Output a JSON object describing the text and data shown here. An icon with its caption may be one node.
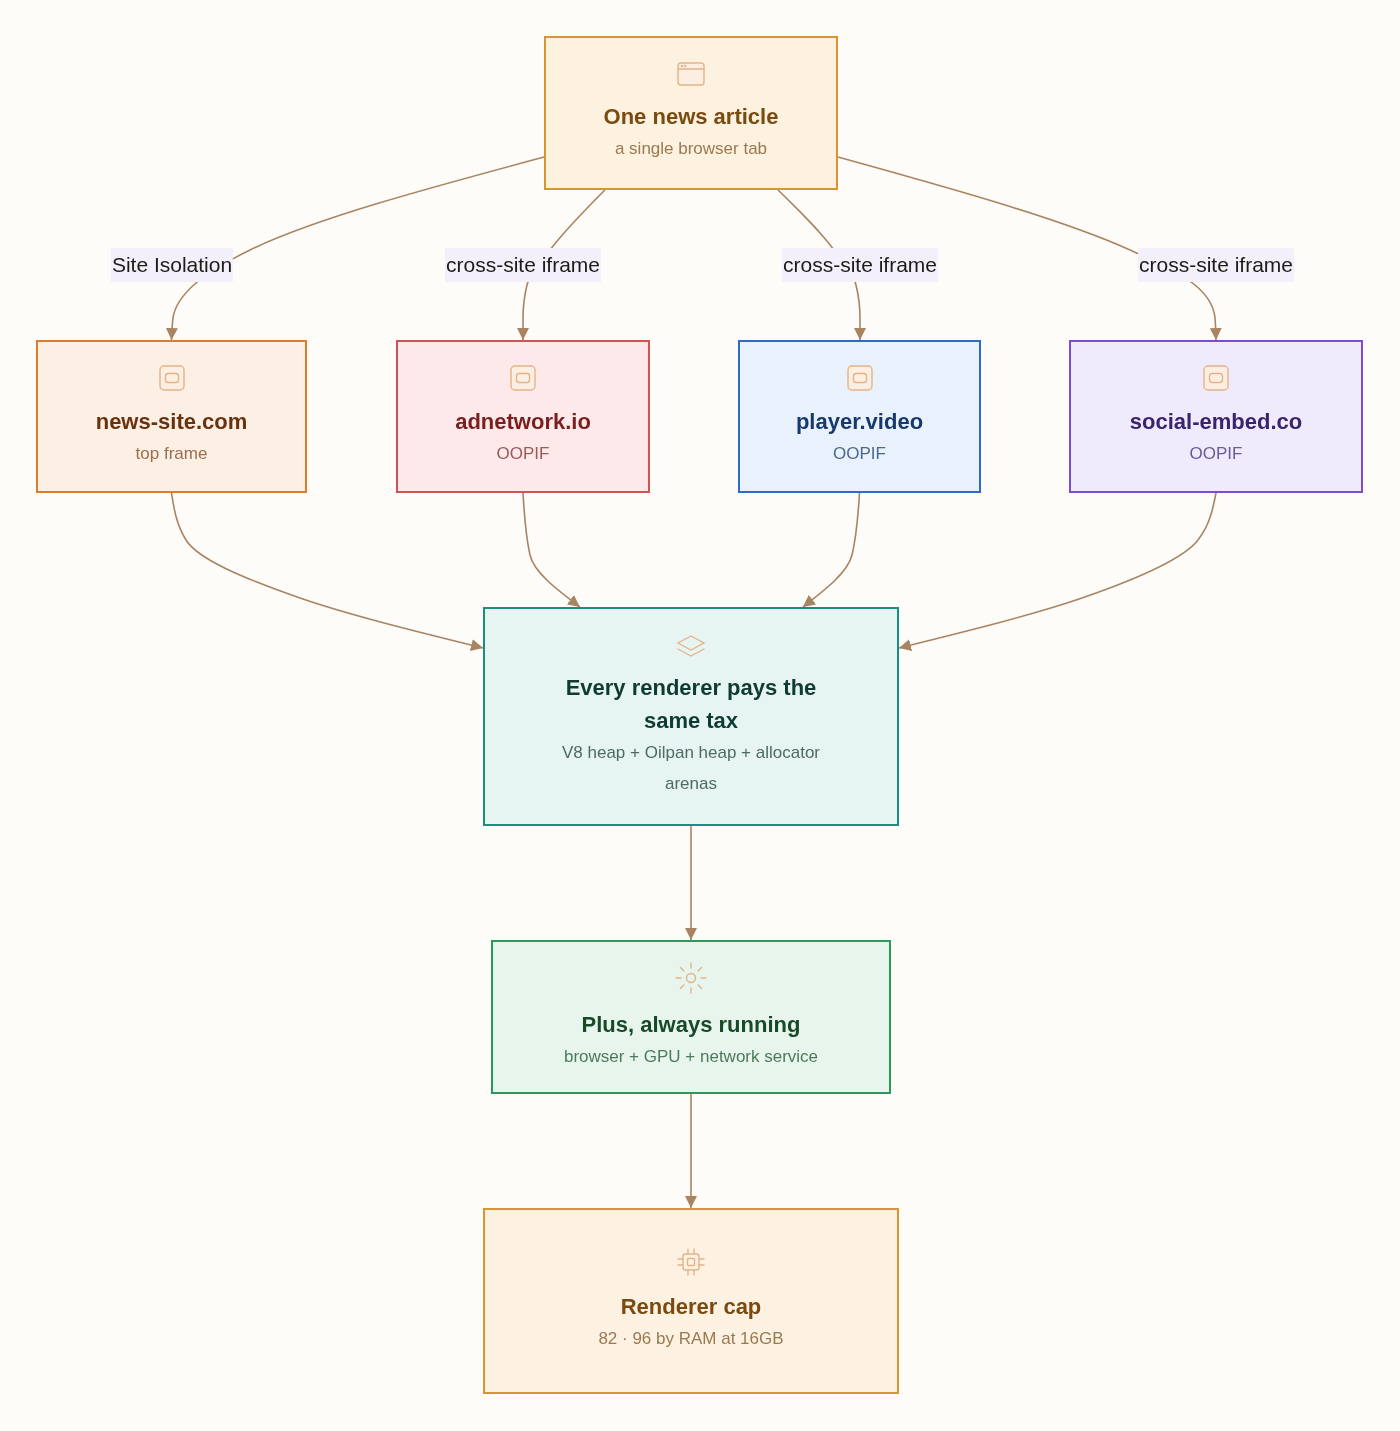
{
  "diagram": {
    "nodes": [
      {
        "text": [
          "One news article",
          "a single browser tab"
        ]
      },
      {
        "text": [
          "news-site.com",
          "top frame"
        ]
      },
      {
        "text": [
          "adnetwork.io",
          "OOPIF"
        ]
      },
      {
        "text": [
          "player.video",
          "OOPIF"
        ]
      },
      {
        "text": [
          "social-embed.co",
          "OOPIF"
        ]
      },
      {
        "text": [
          "Every renderer pays the same tax",
          "V8 heap + Oilpan heap + allocator arenas"
        ]
      },
      {
        "text": [
          "Plus, always running",
          "browser + GPU + network service"
        ]
      },
      {
        "text": [
          "Renderer cap",
          "82 · 96 by RAM at 16GB"
        ]
      }
    ],
    "edges": [
      {
        "from": 0,
        "to": 1,
        "arrow": "to",
        "label": "Site Isolation"
      },
      {
        "from": 0,
        "to": 2,
        "arrow": "to",
        "label": "cross-site iframe"
      },
      {
        "from": 0,
        "to": 3,
        "arrow": "to",
        "label": "cross-site iframe"
      },
      {
        "from": 0,
        "to": 4,
        "arrow": "to",
        "label": "cross-site iframe"
      },
      {
        "from": 1,
        "to": 5,
        "arrow": "to"
      },
      {
        "from": 2,
        "to": 5,
        "arrow": "to"
      },
      {
        "from": 3,
        "to": 5,
        "arrow": "to"
      },
      {
        "from": 4,
        "to": 5,
        "arrow": "to"
      },
      {
        "from": 5,
        "to": 6,
        "arrow": "to"
      },
      {
        "from": 6,
        "to": 7,
        "arrow": "to"
      }
    ]
  }
}
